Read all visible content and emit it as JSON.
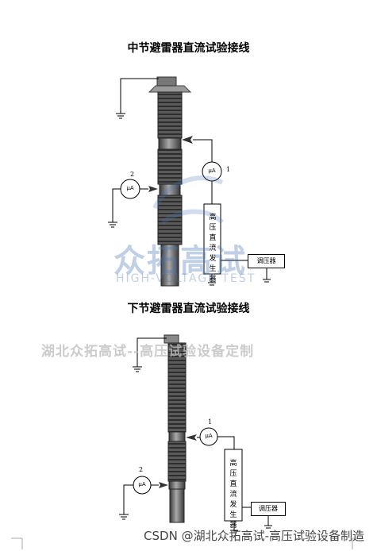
{
  "diagram_top": {
    "title": "中节避雷器直流试验接线",
    "generator_label": "高压直流发生器",
    "regulator_label": "调压器",
    "meter_left_number": "2",
    "meter_right_number": "1",
    "meter_unit": "μA"
  },
  "diagram_bottom": {
    "title": "下节避雷器直流试验接线",
    "generator_label": "高压直流发生器",
    "regulator_label": "调压器",
    "meter_left_number": "2",
    "meter_right_number": "1",
    "meter_unit": "μA"
  },
  "watermark": {
    "logo_text": "众拓高试",
    "logo_subtext": "HIGH-VOLTAGE TEST",
    "company_line": "湖北众拓高试--高压试验设备定制"
  },
  "footer": {
    "text": "CSDN @湖北众拓高试-高压试验设备制造"
  },
  "colors": {
    "arrester_dark": "#4a4a4a",
    "arrester_light": "#9a9a9a",
    "watermark_blue": "#4a78b6"
  }
}
